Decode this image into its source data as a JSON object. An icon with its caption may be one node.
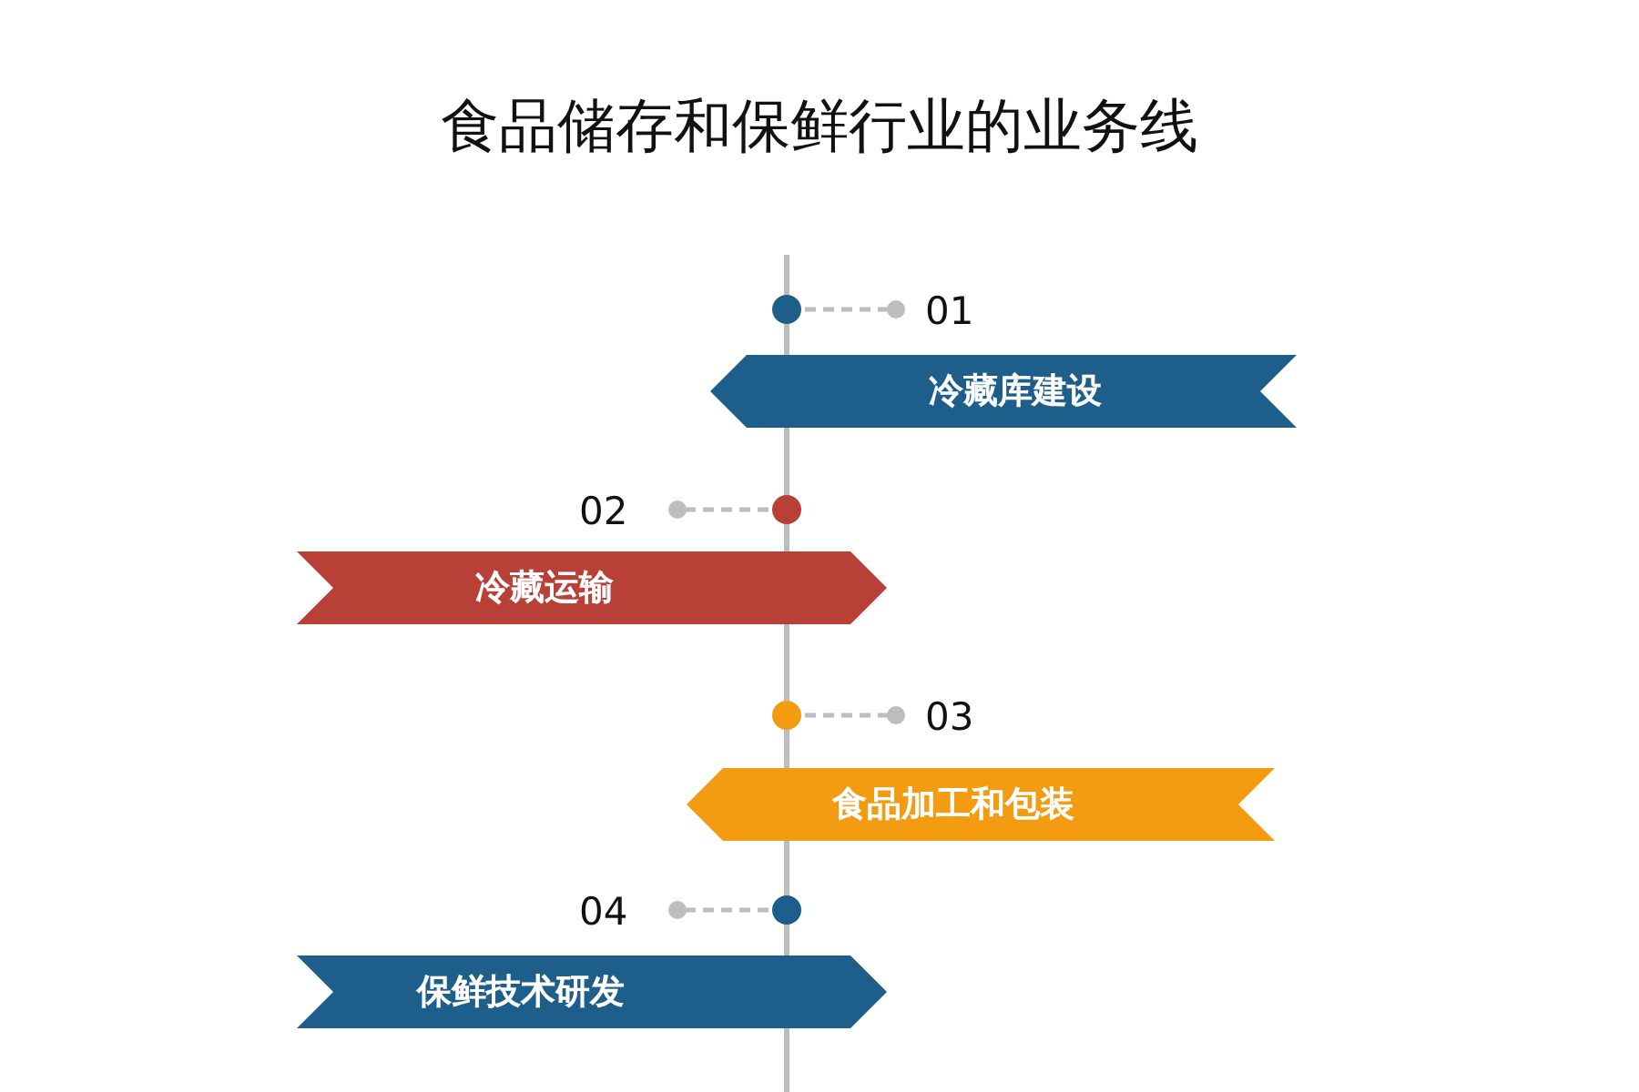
{
  "diagram": {
    "title": "食品储存和保鲜行业的业务线",
    "nodes": [
      {
        "text": [
          "冷藏库建设"
        ]
      },
      {
        "text": [
          "冷藏运输"
        ]
      },
      {
        "text": [
          "食品加工和包装"
        ]
      },
      {
        "text": [
          "保鲜技术研发"
        ]
      }
    ],
    "edges": [],
    "labels": [
      "01",
      "02",
      "03",
      "04"
    ]
  }
}
